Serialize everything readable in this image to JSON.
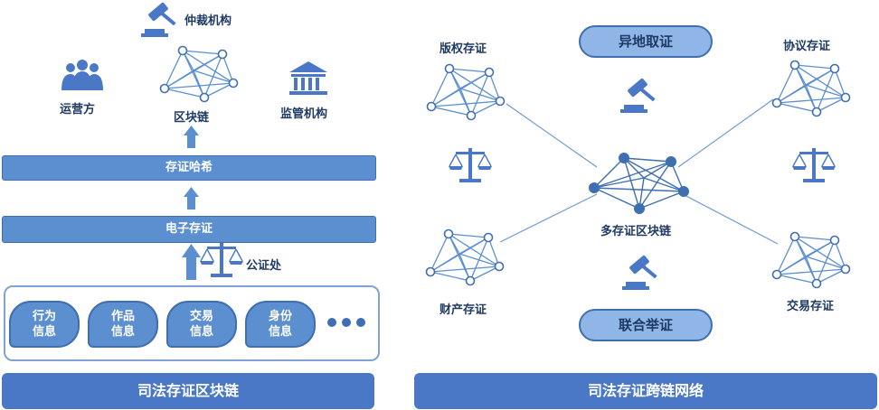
{
  "left_panel": {
    "arbitration_label": "仲裁机构",
    "operator_label": "运营方",
    "blockchain_label": "区块链",
    "regulator_label": "监管机构",
    "hash_bar_label": "存证哈希",
    "e_deposit_bar_label": "电子存证",
    "notary_label": "公证处",
    "info_items": [
      {
        "line1": "行为",
        "line2": "信息"
      },
      {
        "line1": "作品",
        "line2": "信息"
      },
      {
        "line1": "交易",
        "line2": "信息"
      },
      {
        "line1": "身份",
        "line2": "信息"
      }
    ],
    "footer_title": "司法存证区块链"
  },
  "right_panel": {
    "copyright_label": "版权存证",
    "remote_evidence_label": "异地取证",
    "agreement_label": "协议存证",
    "center_label": "多存证区块链",
    "property_label": "财产存证",
    "joint_evidence_label": "联合举证",
    "transaction_label": "交易存证",
    "footer_title": "司法存证跨链网络"
  },
  "colors": {
    "primary": "#4a78c6",
    "bar": "#5b8fd0",
    "line": "#6f9ad8",
    "node_fill": "#ffffff",
    "node_stroke": "#3f6fb0",
    "icon": "#4a78c6"
  }
}
